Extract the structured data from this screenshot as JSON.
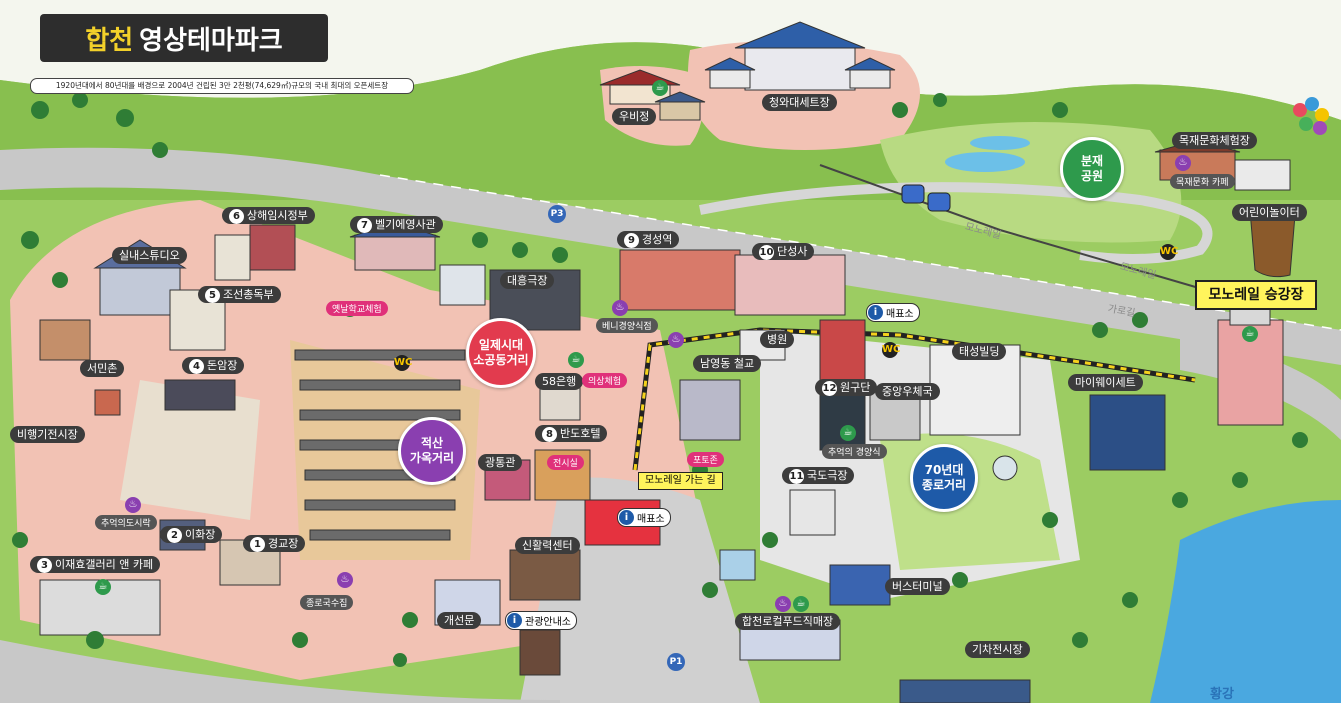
{
  "title": {
    "highlight": "합천",
    "rest": "영상테마파크"
  },
  "subtitle": "1920년대에서 80년대를 배경으로 2004년 건립된 3만 2천평(74,629㎡)규모의 국내 최대의 오픈세트장",
  "colors": {
    "grass": "#9ccc62",
    "plaza": "#f2c2b4",
    "road": "#c8c8c8",
    "river": "#4aa8e0",
    "purple": "#8a3fb0",
    "red": "#e23b4e",
    "blue": "#1e5aa8",
    "green": "#2e9a4c"
  },
  "numbered_places": [
    {
      "num": "1",
      "name": "경교장"
    },
    {
      "num": "2",
      "name": "이화장"
    },
    {
      "num": "3",
      "name": "이재효갤러리 앤 카페"
    },
    {
      "num": "4",
      "name": "돈암장"
    },
    {
      "num": "5",
      "name": "조선총독부"
    },
    {
      "num": "6",
      "name": "상해임시정부"
    },
    {
      "num": "7",
      "name": "벨기에영사관"
    },
    {
      "num": "8",
      "name": "반도호텔"
    },
    {
      "num": "9",
      "name": "경성역"
    },
    {
      "num": "10",
      "name": "단성사"
    },
    {
      "num": "11",
      "name": "국도극장"
    },
    {
      "num": "12",
      "name": "원구단"
    }
  ],
  "places": {
    "ubijeong": "우비정",
    "cheongwadae": "청와대세트장",
    "woodcraft": "목재문화체험장",
    "playground": "어린이놀이터",
    "silnae_studio": "실내스튜디오",
    "seominchon": "서민촌",
    "airplane_market": "비행기전시장",
    "daeheuk": "대흥극장",
    "58bank": "58은행",
    "gwangtonggwan": "광통관",
    "gaeseonmun": "개선문",
    "shinhwal": "신활력센터",
    "namyeongdong": "남영동 철교",
    "hospital": "병원",
    "taeseong": "태성빌딩",
    "central_post": "중앙우체국",
    "myway": "마이웨이세트",
    "bus_terminal": "버스터미널",
    "local_food": "합천로컬푸드직매장",
    "train_market": "기차전시장"
  },
  "circles": {
    "bunjae": "분재\n공원",
    "japanese_street": "일제시대\n소공동거리",
    "jeoksan": "적산\n가옥거리",
    "seventies": "70년대\n종로거리"
  },
  "tags": {
    "old_school": "옛날학교체험",
    "costume": "의상체험",
    "exhibit": "전시실",
    "photo_zone": "포토존",
    "retro_sweets": "베니경양식점",
    "lunch": "추억의도시락",
    "jeongok": "종로국수집",
    "jongro_cafe": "추억의 경양식",
    "woodcafe": "목재문화 카페"
  },
  "tickets": {
    "t1": "매표소",
    "t2": "매표소",
    "info": "관광안내소"
  },
  "monorail_station": "모노레일 승강장",
  "monorail_way": "모노레일 가는 길",
  "roads": {
    "mono1": "모노레일",
    "mono2": "모노레일",
    "gang": "가로길"
  },
  "parking": {
    "p1": "P1",
    "p3": "P3"
  },
  "river": "황강",
  "icons": [
    "food-icon",
    "cafe-icon",
    "restroom-icon",
    "info-icon",
    "photo-icon"
  ]
}
